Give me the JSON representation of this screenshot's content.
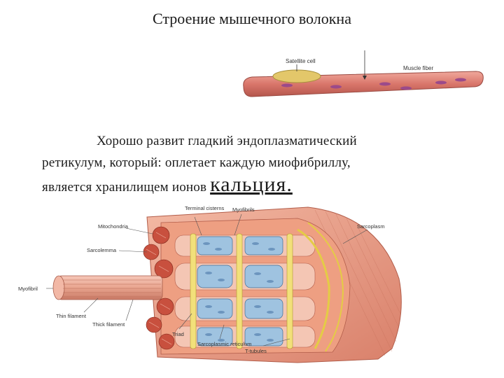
{
  "title": "Строение мышечного волокна",
  "fiber_figure": {
    "labels": {
      "satellite_cell": "Satellite cell",
      "muscle_fiber": "Muscle fiber"
    },
    "colors": {
      "fiber": "#d9766b",
      "satellite": "#e3c76a",
      "nucleus": "#9b4a8a"
    }
  },
  "paragraph": {
    "line1": "Хорошо развит гладкий эндоплазматический",
    "line2": "ретикулум, который: оплетает каждую миофибриллу,",
    "line3_prefix": "является хранилищем ионов",
    "line3_emphasis": "кальция."
  },
  "muscle_figure": {
    "labels": {
      "terminal_cisterns": "Terminal cisterns",
      "myofibrils": "Myofibrils",
      "mitochondria": "Mitochondria",
      "sarcoplasm": "Sarcoplasm",
      "sarcolemma": "Sarcolemma",
      "myofibril": "Myofibril",
      "thin_filament": "Thin filament",
      "thick_filament": "Thick filament",
      "triad": "Triad",
      "sarcoplasmic_reticulum": "Sarcoplasmic reticulum",
      "t_tubules": "T-tubules"
    },
    "colors": {
      "sarcolemma": "#e9a58f",
      "sr": "#9fc3e0",
      "mito": "#c8503e",
      "tubule": "#f2e07a"
    }
  }
}
